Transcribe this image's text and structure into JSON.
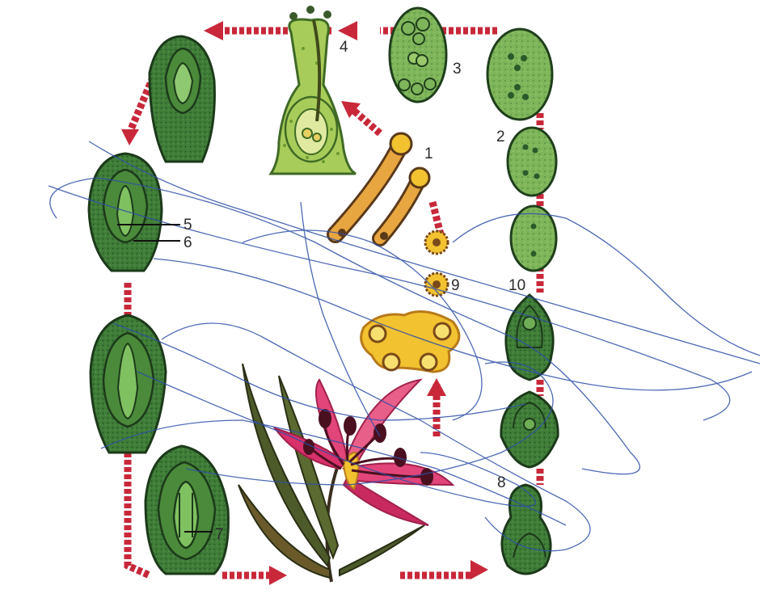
{
  "labels": {
    "n1": "1",
    "n2": "2",
    "n3": "3",
    "n4": "4",
    "n5": "5",
    "n6": "6",
    "n7": "7",
    "n8": "8",
    "n9": "9",
    "n10": "10"
  },
  "colors": {
    "arrow": "#c8283a",
    "cell_green": "#5e9a4c",
    "cell_dark": "#234a22",
    "yellow": "#f2c230",
    "petal": "#d8306a",
    "ink": "#2f4fa8"
  }
}
